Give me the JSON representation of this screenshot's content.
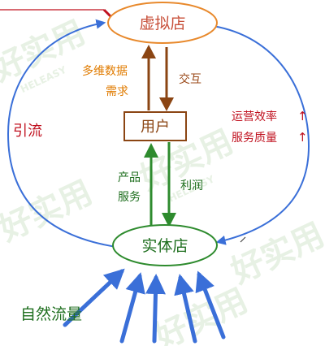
{
  "nodes": {
    "virtual_store": "虚拟店",
    "user": "用户",
    "physical_store": "实体店"
  },
  "labels": {
    "data_demand_line1": "多维数据",
    "data_demand_line2": "需求",
    "interaction": "交互",
    "traffic": "引流",
    "ops_efficiency": "运营效率",
    "service_quality": "服务质量",
    "up_arrow": "↑",
    "product_line1": "产品",
    "product_line2": "服务",
    "profit": "利润",
    "natural_traffic": "自然流量"
  },
  "watermark": {
    "text": "好实用",
    "subtext": "HELEASY"
  },
  "colors": {
    "virtual_store_border": "#e8892c",
    "virtual_store_text": "#c8503a",
    "user_border": "#8b4513",
    "user_text": "#8b4513",
    "physical_store_border": "#2e8b2e",
    "physical_store_text": "#1f6f1f",
    "brown_arrow": "#8b4513",
    "green_arrow": "#2e8b2e",
    "blue_loop": "#3a6fd8",
    "red_text": "#c0111f",
    "orange_text": "#e07b00",
    "brown_text": "#9b4a1a",
    "dark_green_text": "#1f6f1f",
    "watermark": "#cfe3c8"
  }
}
